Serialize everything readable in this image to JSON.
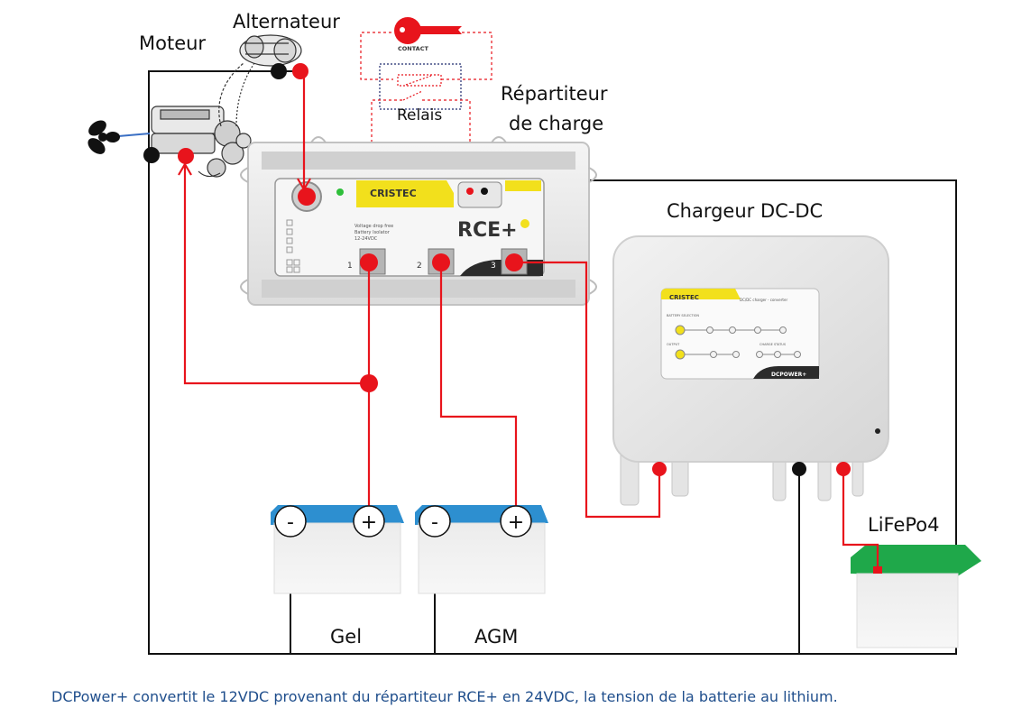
{
  "labels": {
    "engine": "Moteur",
    "alternator": "Alternateur",
    "relay": "Relais",
    "splitter_line1": "Répartiteur",
    "splitter_line2": "de charge",
    "dcdc_charger": "Chargeur DC-DC",
    "battery_gel": "Gel",
    "battery_agm": "AGM",
    "battery_lithium": "LiFePo4"
  },
  "key": {
    "label": "CONTACT"
  },
  "splitter_device": {
    "brand": "CRISTEC",
    "model": "RCE+",
    "desc_line1": "Voltage drop free",
    "desc_line2": "Battery Isolator",
    "desc_line3": "12-24VDC",
    "outputs": [
      "1",
      "2",
      "3"
    ]
  },
  "charger_device": {
    "brand": "CRISTEC",
    "title": "DC/DC charger - converter",
    "section1": "BATTERY SELECTION",
    "section2": "OUTPUT",
    "section3": "CHARGE STATUS",
    "footer": "DCPOWER+"
  },
  "terminals": {
    "minus": "-",
    "plus": "+"
  },
  "caption": "DCPower+ convertit le 12VDC provenant du répartiteur RCE+ en 24VDC, la tension de la batterie au lithium.",
  "colors": {
    "positive_wire": "#e8141c",
    "negative_wire": "#111111",
    "gel_agm_lid": "#2d8fd0",
    "lithium_lid": "#1fa84a",
    "brand_yellow": "#f2e01c",
    "caption": "#1f4e8c"
  }
}
